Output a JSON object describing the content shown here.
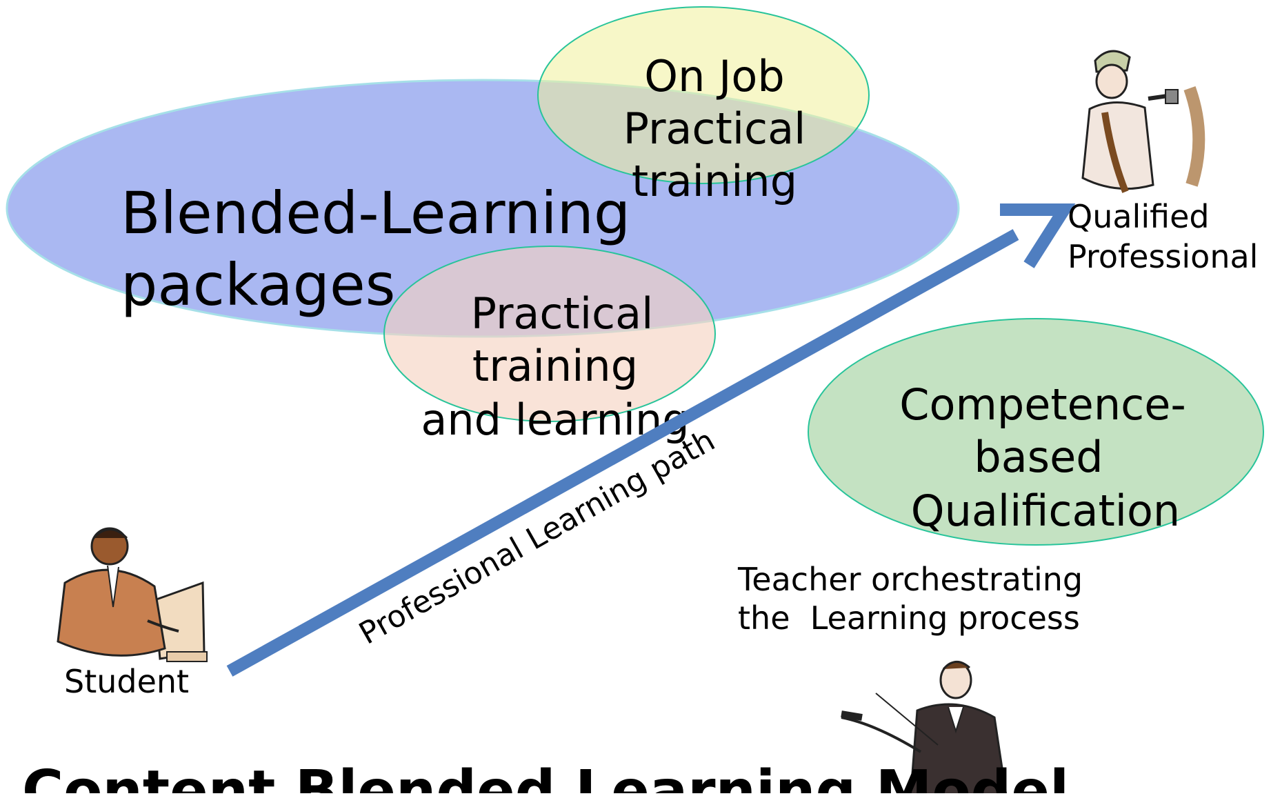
{
  "ellipses": {
    "blended": {
      "lines": [
        "Blended-Learning",
        "packages"
      ],
      "fill": "#aab8f2",
      "stroke": "#a6e0e8"
    },
    "on_job": {
      "lines": [
        "On Job",
        "Practical",
        "training"
      ],
      "fill": "#f1f19a",
      "stroke": "#28c49a"
    },
    "practical": {
      "lines": [
        "Practical",
        "training",
        "and learning"
      ],
      "fill": "#f5d2c0",
      "stroke": "#28c49a"
    },
    "competence": {
      "lines": [
        "Competence-",
        "based",
        "Qualification"
      ],
      "fill": "#c4e2c2",
      "stroke": "#28c49a"
    }
  },
  "path": {
    "label": "Professional Learning path",
    "color": "#4f7ec0"
  },
  "figures": {
    "student": {
      "label": "Student",
      "icon": "student-at-computer-icon"
    },
    "professional": {
      "lines": [
        "Qualified",
        "Professional"
      ],
      "icon": "craftsman-icon"
    },
    "teacher": {
      "lines": [
        "Teacher orchestrating",
        "the  Learning process"
      ],
      "icon": "conductor-icon"
    }
  },
  "title": "Content Blended Learning Model"
}
